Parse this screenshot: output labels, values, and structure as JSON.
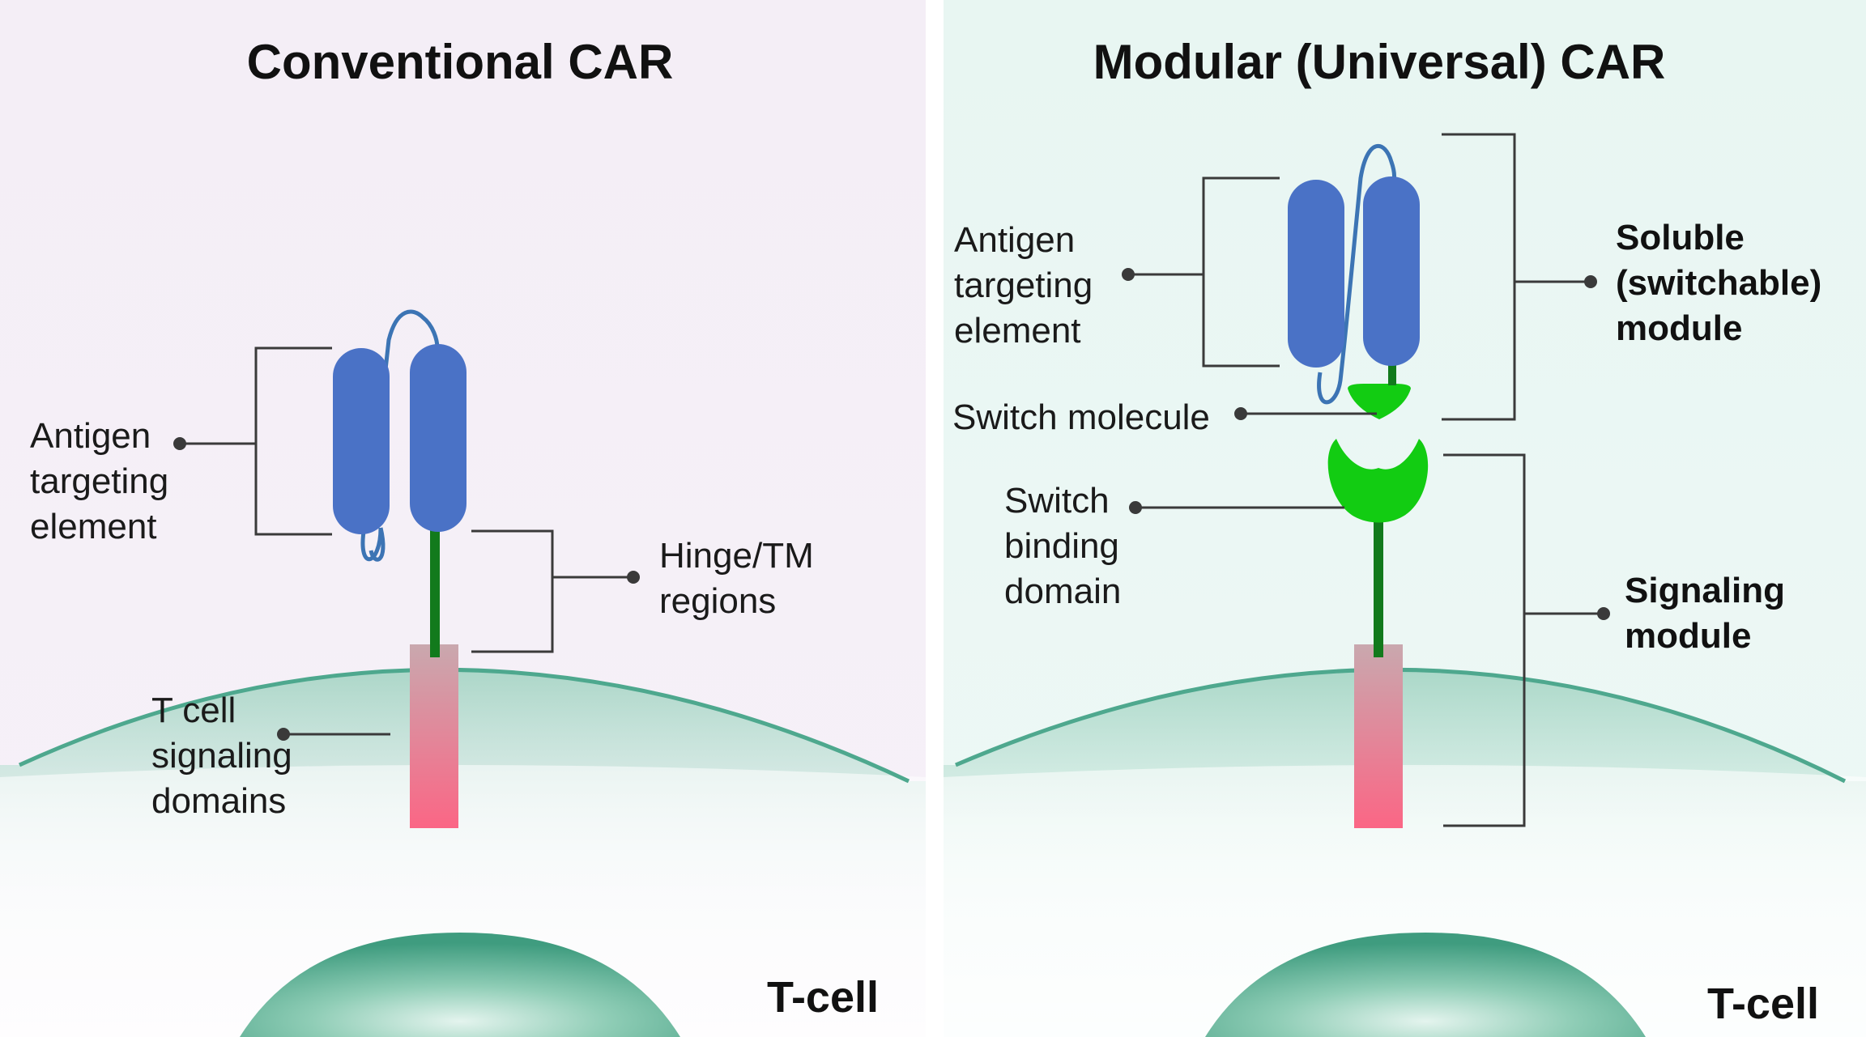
{
  "panels": {
    "conventional": {
      "title": "Conventional CAR",
      "antigen_label": [
        "Antigen",
        "targeting",
        "element"
      ],
      "hinge_label": [
        "Hinge/TM",
        "regions"
      ],
      "signaling_label": [
        "T cell",
        "signaling",
        "domains"
      ],
      "tcell_label": "T-cell"
    },
    "modular": {
      "title": "Modular (Universal) CAR",
      "antigen_label": [
        "Antigen",
        "targeting",
        "element"
      ],
      "switch_molecule_label": "Switch molecule",
      "switch_binding_label": [
        "Switch",
        "binding",
        "domain"
      ],
      "soluble_module_label": [
        "Soluble",
        "(switchable)",
        "module"
      ],
      "signaling_module_label": [
        "Signaling",
        "module"
      ],
      "tcell_label": "T-cell"
    }
  },
  "colors": {
    "left_background": "#f3edf5",
    "right_background": "#e9f6f3",
    "divider": "#ffffff",
    "scfv_blue": "#4a72c6",
    "linker_blue": "#3c74b4",
    "hinge_green": "#127a1c",
    "switch_green": "#12cc12",
    "membrane_teal": "#4ea88e",
    "signaling_pink_top": "#c9a8ae",
    "signaling_pink_bottom": "#fb6685",
    "nucleus_teal": "#4fae91"
  },
  "icons": {
    "antigen_targeting_element": "scfv-domain-icon",
    "switch_molecule": "switch-molecule-icon",
    "switch_binding_domain": "switch-binding-domain-icon",
    "signaling_domain": "signaling-domain-icon",
    "nucleus": "nucleus-icon"
  }
}
